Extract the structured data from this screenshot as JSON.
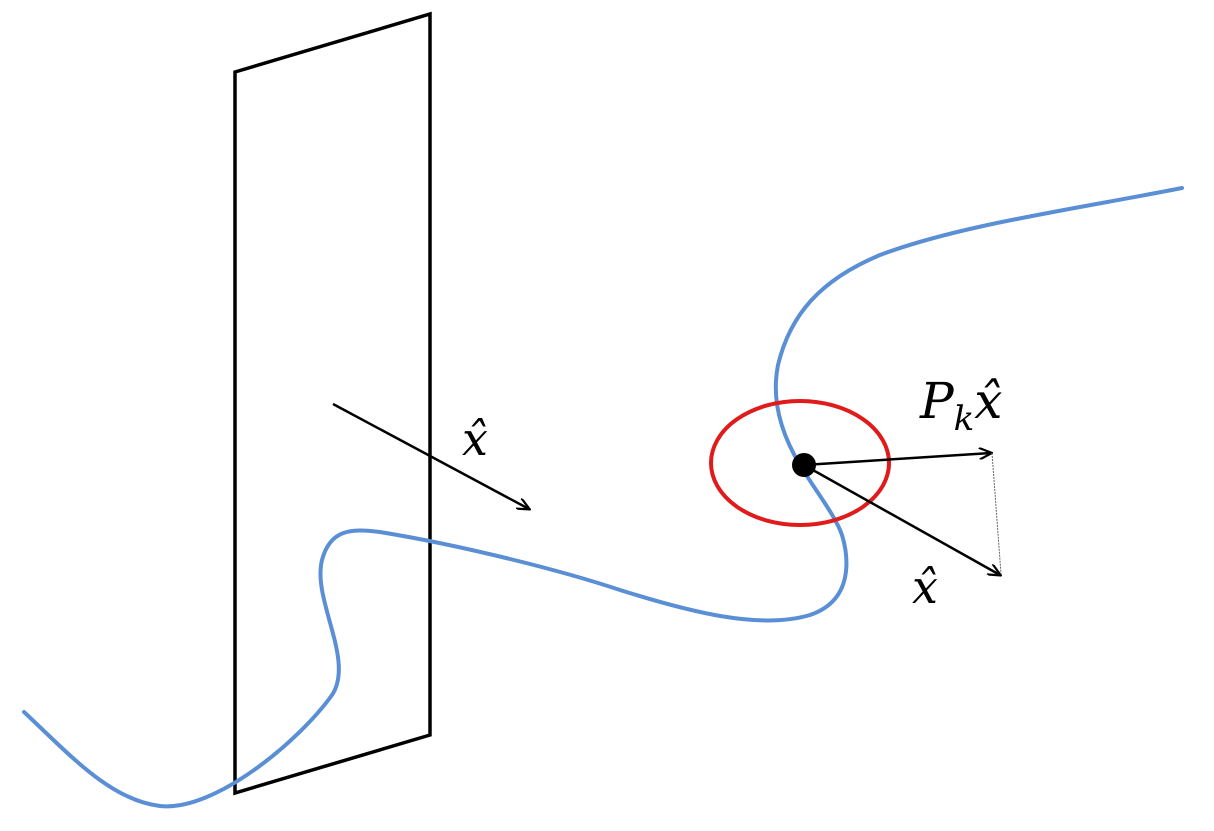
{
  "diagram": {
    "colors": {
      "curve": "#5a8fd6",
      "circle": "#e01b1b",
      "plane": "#000000",
      "arrow": "#000000",
      "point": "#000000",
      "projection_line": "#666666"
    },
    "labels": {
      "plane_arrow": "x̂",
      "projected_arrow": "P",
      "projected_subscript": "k",
      "projected_x": "x̂",
      "point_arrow": "x̂"
    }
  }
}
